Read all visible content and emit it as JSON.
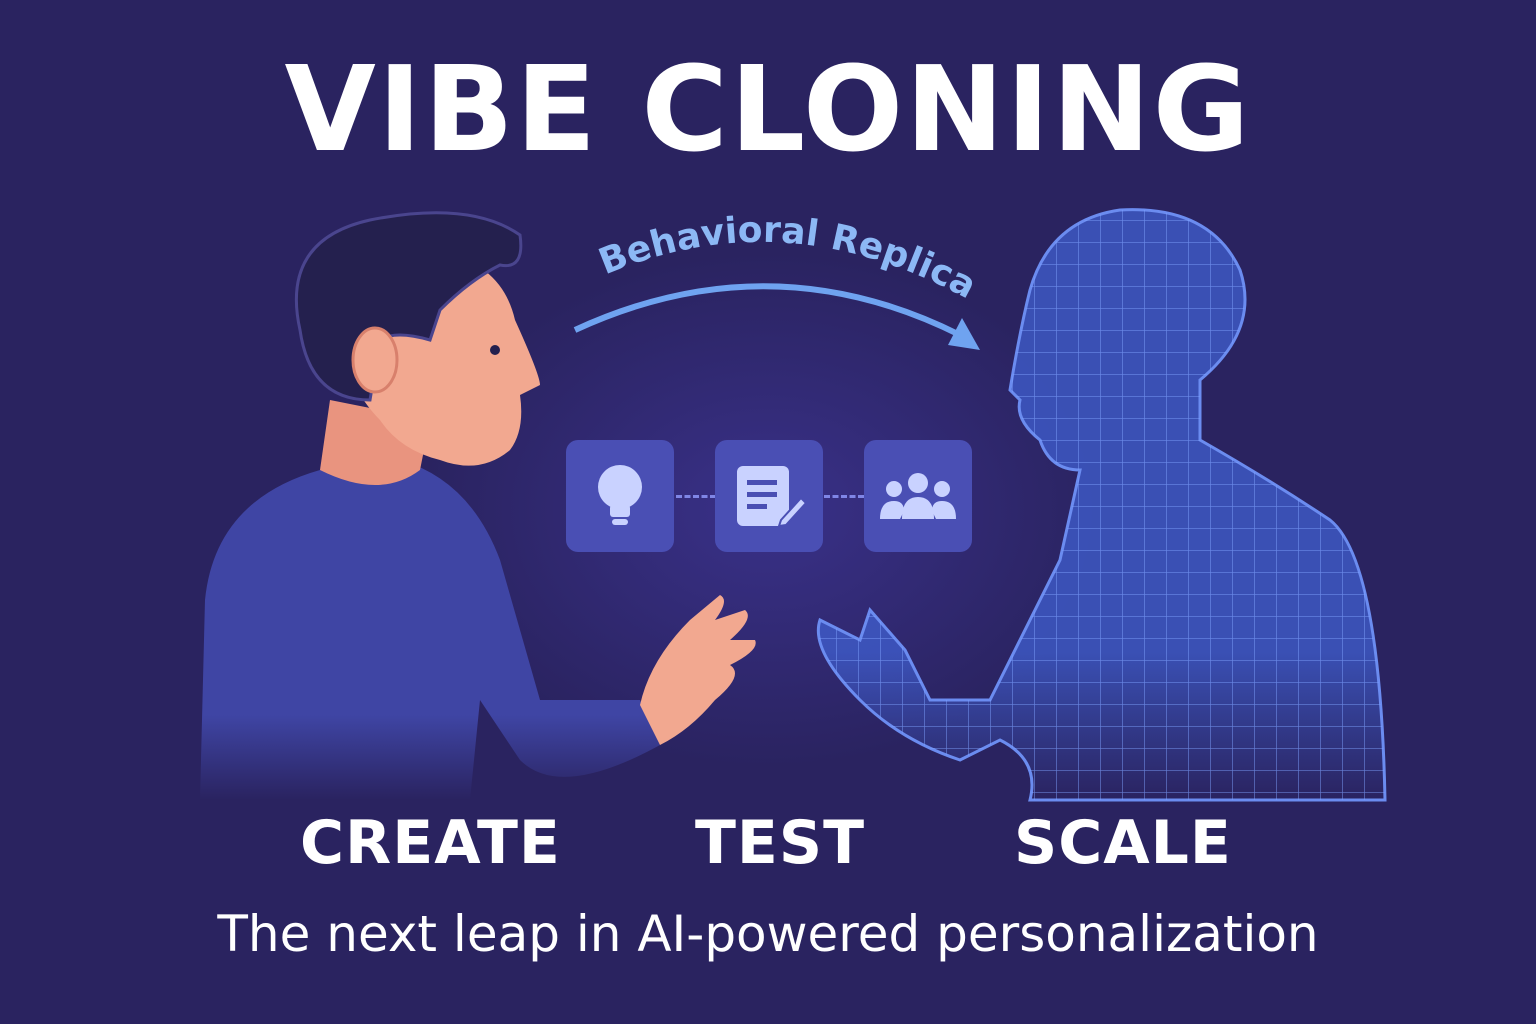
{
  "title": "VIBE CLONING",
  "arrow_label": "Behavioral Replica",
  "steps": [
    {
      "icon": "lightbulb-icon"
    },
    {
      "icon": "document-edit-icon"
    },
    {
      "icon": "people-group-icon"
    }
  ],
  "labels": {
    "create": "CREATE",
    "test": "TEST",
    "scale": "SCALE"
  },
  "subtitle": "The next leap in AI-powered personalization",
  "colors": {
    "background": "#2a2360",
    "tile": "#4a4fb4",
    "shirt": "#3f45a4",
    "skin": "#f2a890",
    "wireframe": "#4d73e0",
    "arrow": "#6fa3f0"
  }
}
